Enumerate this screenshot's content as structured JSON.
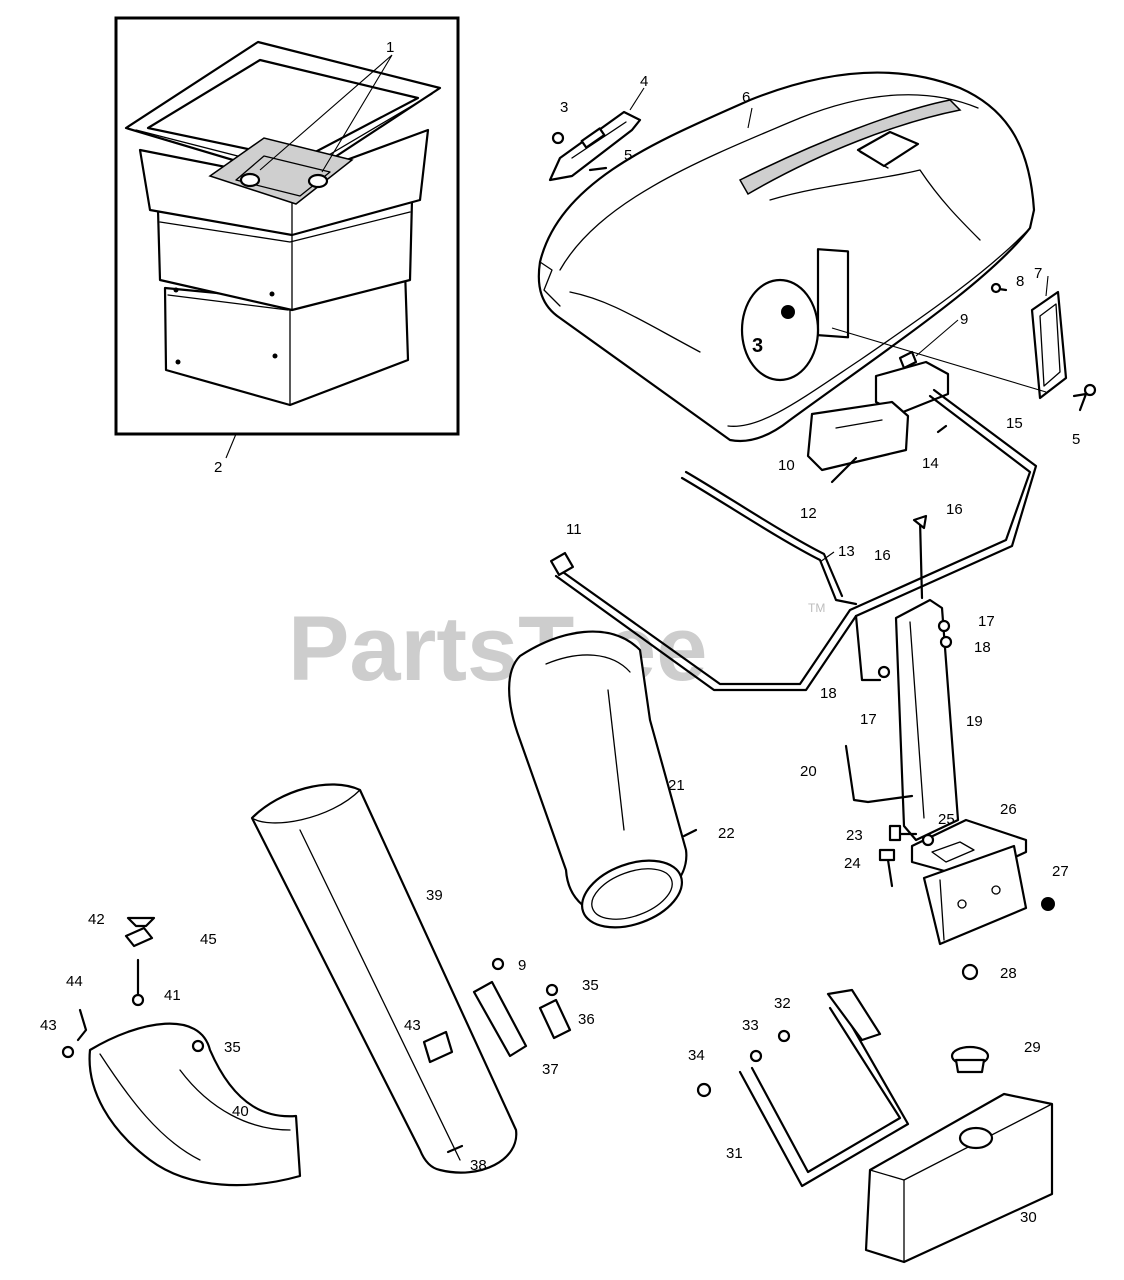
{
  "watermark": {
    "text": "PartsTree",
    "tm": "TM"
  },
  "callouts": {
    "c1": "1",
    "c2": "2",
    "c3a": "3",
    "c3b": "3",
    "c4": "4",
    "c5a": "5",
    "c5b": "5",
    "c6": "6",
    "c7": "7",
    "c8": "8",
    "c9a": "9",
    "c9b": "9",
    "c10": "10",
    "c11": "11",
    "c12": "12",
    "c13": "13",
    "c14": "14",
    "c15": "15",
    "c16a": "16",
    "c16b": "16",
    "c17a": "17",
    "c17b": "17",
    "c18a": "18",
    "c18b": "18",
    "c19": "19",
    "c20": "20",
    "c21": "21",
    "c22": "22",
    "c23": "23",
    "c24": "24",
    "c25": "25",
    "c26": "26",
    "c27": "27",
    "c28": "28",
    "c29": "29",
    "c30": "30",
    "c31": "31",
    "c32": "32",
    "c33": "33",
    "c34": "34",
    "c35a": "35",
    "c35b": "35",
    "c36": "36",
    "c37": "37",
    "c38": "38",
    "c39": "39",
    "c40": "40",
    "c41": "41",
    "c42": "42",
    "c43a": "43",
    "c43b": "43",
    "c44": "44",
    "c45": "45"
  }
}
